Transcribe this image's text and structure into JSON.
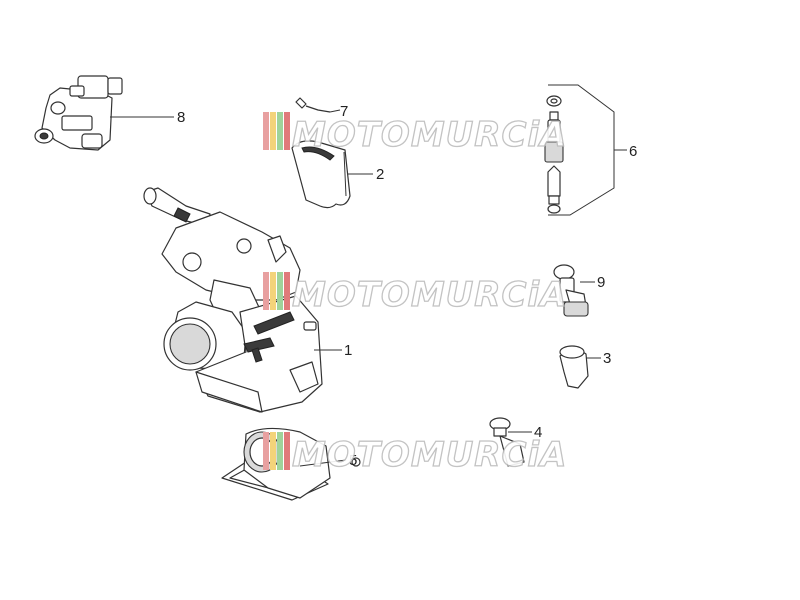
{
  "watermark": {
    "text": "MOTOMURCiA",
    "stripe_colors": [
      "#e8a0a0",
      "#f3d37a",
      "#9fd39a",
      "#e07a7a"
    ]
  },
  "callouts": {
    "c1": "1",
    "c2": "2",
    "c3": "3",
    "c4": "4",
    "c5": "5",
    "c6": "6",
    "c7": "7",
    "c8": "8",
    "c9": "9"
  },
  "colors": {
    "line": "#333333",
    "background": "#ffffff"
  }
}
